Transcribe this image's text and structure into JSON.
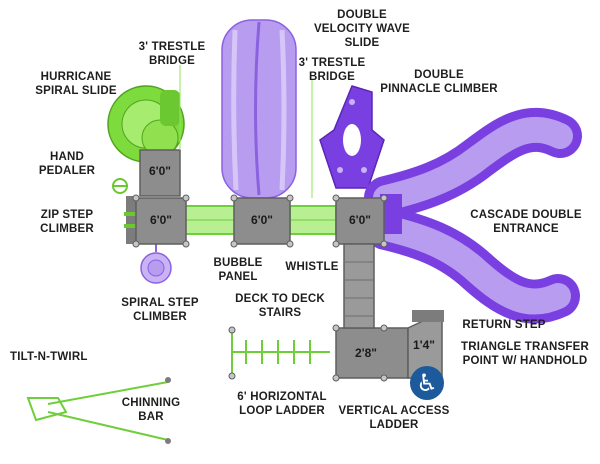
{
  "labels": {
    "double_velocity_wave_slide": [
      "DOUBLE",
      "VELOCITY WAVE",
      "SLIDE"
    ],
    "trestle_bridge_left": [
      "3' TRESTLE",
      "BRIDGE"
    ],
    "trestle_bridge_right": [
      "3' TRESTLE",
      "BRIDGE"
    ],
    "hurricane_spiral_slide": [
      "HURRICANE",
      "SPIRAL SLIDE"
    ],
    "double_pinnacle_climber": [
      "DOUBLE",
      "PINNACLE CLIMBER"
    ],
    "hand_pedaler": [
      "HAND",
      "PEDALER"
    ],
    "zip_step_climber": [
      "ZIP STEP",
      "CLIMBER"
    ],
    "cascade_double_entrance": [
      "CASCADE DOUBLE",
      "ENTRANCE"
    ],
    "bubble_panel": [
      "BUBBLE",
      "PANEL"
    ],
    "whistle": [
      "WHISTLE"
    ],
    "spiral_step_climber": [
      "SPIRAL STEP",
      "CLIMBER"
    ],
    "deck_to_deck_stairs": [
      "DECK TO DECK",
      "STAIRS"
    ],
    "return_step": [
      "RETURN STEP"
    ],
    "triangle_transfer_point": [
      "TRIANGLE TRANSFER",
      "POINT W/ HANDHOLD"
    ],
    "tilt_n_twirl": [
      "TILT-N-TWIRL"
    ],
    "horizontal_loop_ladder": [
      "6' HORIZONTAL",
      "LOOP LADDER"
    ],
    "chinning_bar": [
      "CHINNING",
      "BAR"
    ],
    "vertical_access_ladder": [
      "VERTICAL ACCESS",
      "LADDER"
    ]
  },
  "deck_dimensions": {
    "upper": "6'0\"",
    "left": "6'0\"",
    "center": "6'0\"",
    "right": "6'0\"",
    "lower": "2'8\"",
    "transfer": "1'4\""
  },
  "colors": {
    "deck_gray": "#8d8d8d",
    "bridge_green": "#8ee65a",
    "slide_purple_light": "#b89cf0",
    "slide_purple_dark": "#7a3fe0",
    "spiral_green": "#7ddb3d",
    "ada_blue": "#1d5a9c"
  },
  "icons": {
    "accessibility": "wheelchair-accessibility-icon"
  }
}
